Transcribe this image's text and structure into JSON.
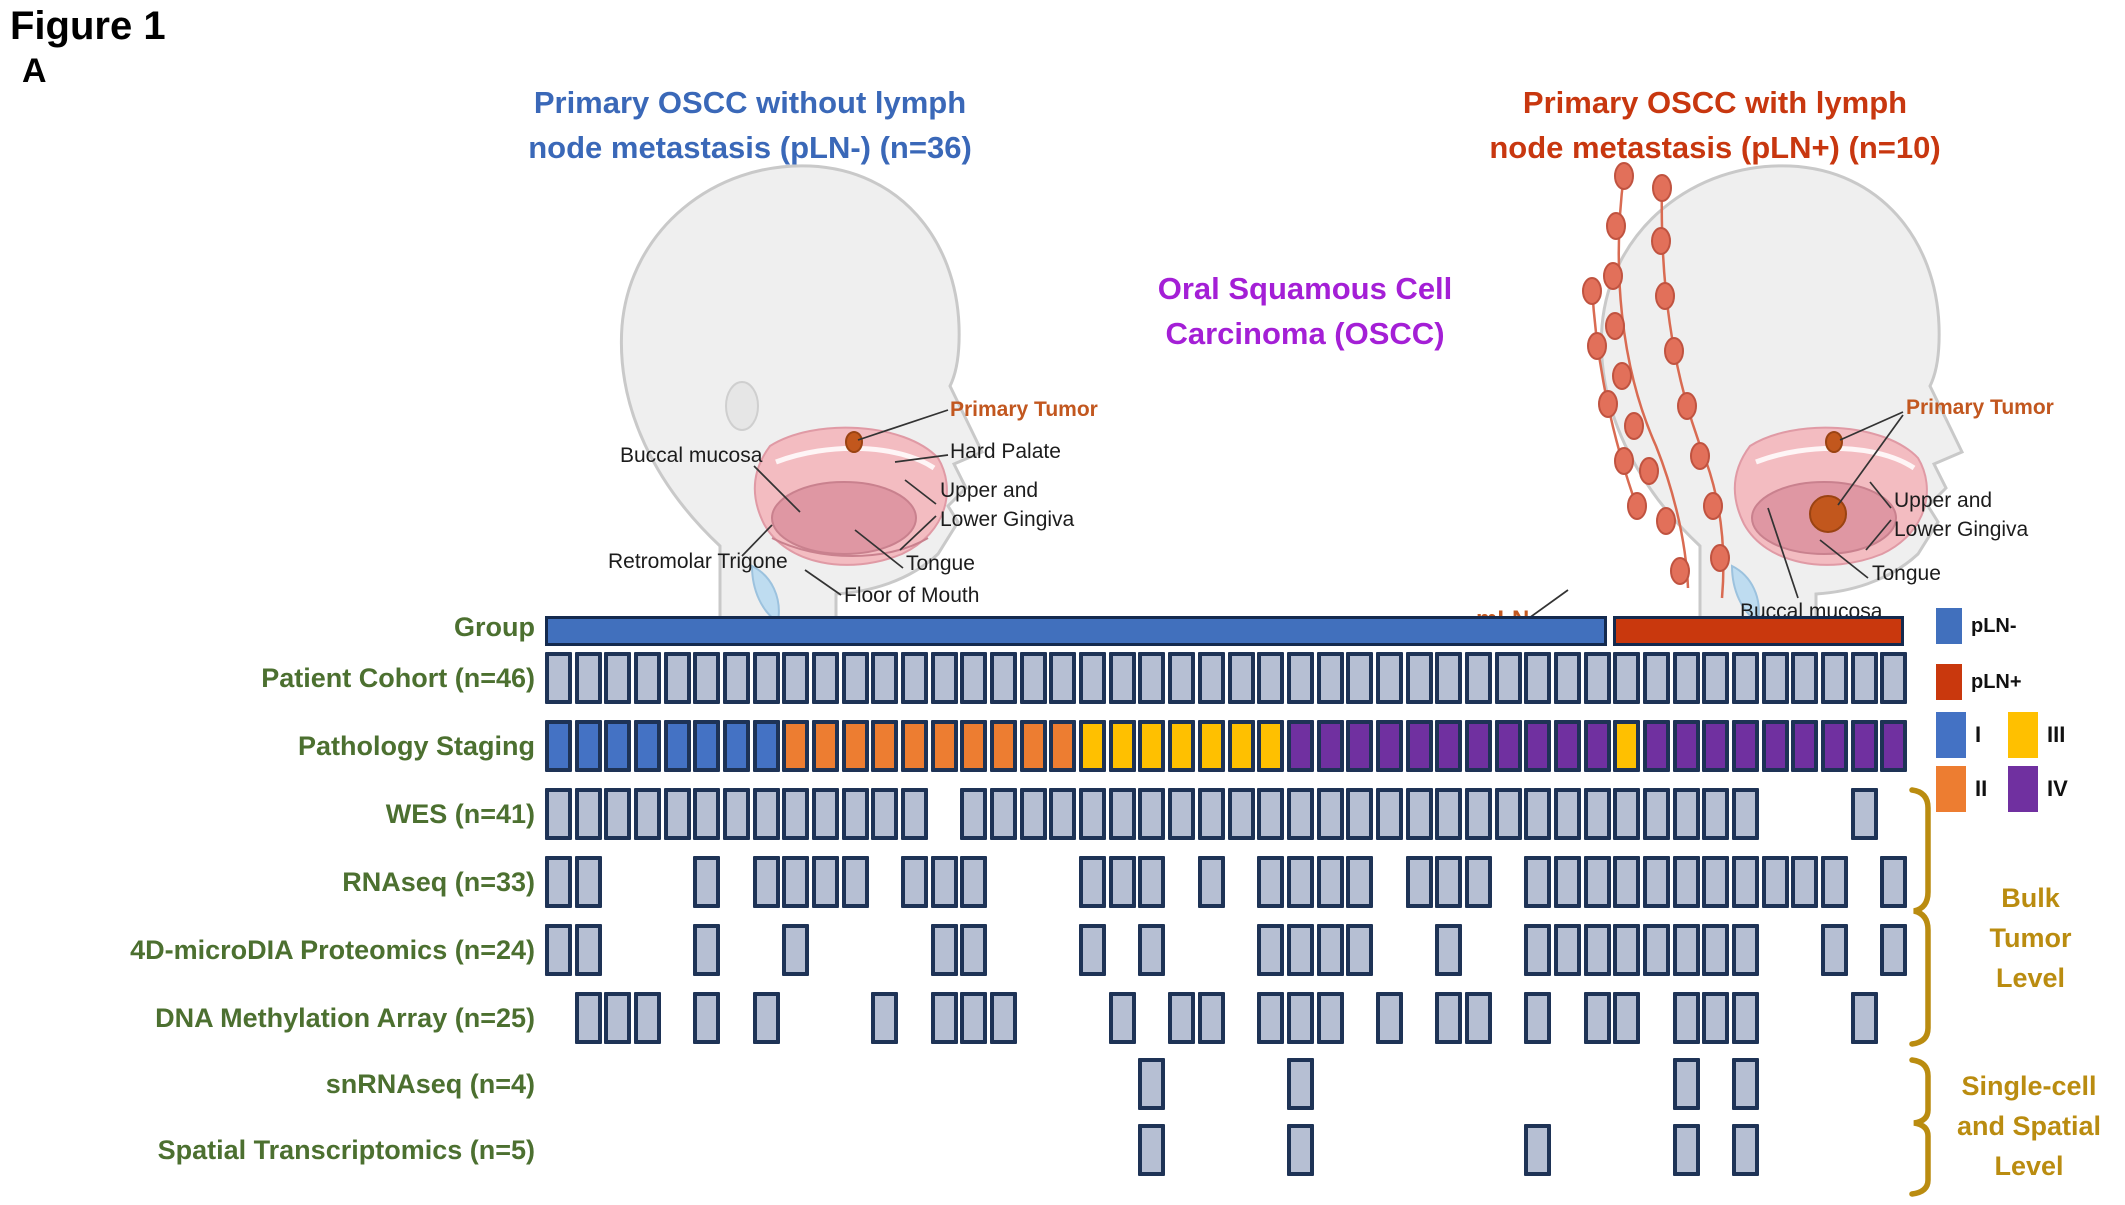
{
  "figure": {
    "label": "Figure 1",
    "panel": "A"
  },
  "titles": {
    "left": {
      "line1": "Primary OSCC without lymph",
      "line2": "node metastasis (pLN-) (n=36)"
    },
    "center": {
      "line1": "Oral Squamous Cell",
      "line2": "Carcinoma (OSCC)"
    },
    "right": {
      "line1": "Primary OSCC with lymph",
      "line2": "node metastasis (pLN+) (n=10)"
    }
  },
  "colors": {
    "title_left_blue": "#3a68b8",
    "title_right_red": "#c8370f",
    "title_center_purple": "#a41fd6",
    "row_label_green": "#4c7030",
    "bracket_gold": "#ba8c10",
    "annotation_orange": "#c2571f"
  },
  "anatomy": {
    "left": {
      "primary_tumor": "Primary Tumor",
      "buccal_mucosa": "Buccal mucosa",
      "hard_palate": "Hard Palate",
      "gingiva_line1": "Upper and",
      "gingiva_line2": "Lower Gingiva",
      "retromolar_trigone": "Retromolar Trigone",
      "tongue": "Tongue",
      "floor_of_mouth": "Floor of Mouth"
    },
    "right": {
      "primary_tumor": "Primary Tumor",
      "gingiva_line1": "Upper and",
      "gingiva_line2": "Lower Gingiva",
      "tongue": "Tongue",
      "buccal_mucosa": "Buccal mucosa",
      "mln": "mLN"
    }
  },
  "legend_group": {
    "items": [
      {
        "label": "pLN-",
        "color": "#4170bd"
      },
      {
        "label": "pLN+",
        "color": "#c9380d"
      }
    ]
  },
  "legend_stage": {
    "items": [
      {
        "label": "I",
        "color": "#4472c4"
      },
      {
        "label": "III",
        "color": "#ffc000"
      },
      {
        "label": "II",
        "color": "#ed7d31"
      },
      {
        "label": "IV",
        "color": "#7030a0"
      }
    ]
  },
  "brackets": {
    "bulk": {
      "line1": "Bulk",
      "line2": "Tumor",
      "line3": "Level"
    },
    "single": {
      "line1": "Single-cell",
      "line2": "and Spatial",
      "line3": "Level"
    }
  },
  "matrix": {
    "columns": 46,
    "group_label": "Group",
    "group_segments": [
      {
        "label": "pLN-",
        "color": "#4170bd",
        "from": 1,
        "to": 36
      },
      {
        "label": "pLN+",
        "color": "#c9380d",
        "from": 37,
        "to": 46
      }
    ],
    "cell_fill": "#b6bfd3",
    "cell_border": "#1e3356",
    "stage_colors": {
      "I": "#4472c4",
      "II": "#ed7d31",
      "III": "#ffc000",
      "IV": "#7030a0"
    },
    "stage_by_column": [
      "I",
      "I",
      "I",
      "I",
      "I",
      "I",
      "I",
      "I",
      "II",
      "II",
      "II",
      "II",
      "II",
      "II",
      "II",
      "II",
      "II",
      "II",
      "III",
      "III",
      "III",
      "III",
      "III",
      "III",
      "III",
      "IV",
      "IV",
      "IV",
      "IV",
      "IV",
      "IV",
      "IV",
      "IV",
      "IV",
      "IV",
      "IV",
      "III",
      "IV",
      "IV",
      "IV",
      "IV",
      "IV",
      "IV",
      "IV",
      "IV",
      "IV"
    ],
    "rows": [
      {
        "id": "patient",
        "label": "Patient Cohort (n=46)",
        "type": "all"
      },
      {
        "id": "staging",
        "label": "Pathology Staging",
        "type": "stage"
      },
      {
        "id": "wes",
        "label": "WES (n=41)",
        "type": "subset",
        "present": [
          1,
          2,
          3,
          4,
          5,
          6,
          7,
          8,
          9,
          10,
          11,
          12,
          13,
          15,
          16,
          17,
          18,
          19,
          20,
          21,
          22,
          23,
          24,
          25,
          26,
          27,
          28,
          29,
          30,
          31,
          32,
          33,
          34,
          35,
          36,
          37,
          38,
          39,
          40,
          41,
          45
        ]
      },
      {
        "id": "rnaseq",
        "label": "RNAseq (n=33)",
        "type": "subset",
        "present": [
          1,
          2,
          6,
          8,
          9,
          10,
          11,
          13,
          14,
          15,
          19,
          20,
          21,
          23,
          25,
          26,
          27,
          28,
          30,
          31,
          32,
          34,
          35,
          36,
          37,
          38,
          39,
          40,
          41,
          42,
          43,
          44,
          46
        ]
      },
      {
        "id": "proteomics",
        "label": "4D-microDIA Proteomics (n=24)",
        "type": "subset",
        "present": [
          1,
          2,
          6,
          9,
          14,
          15,
          19,
          21,
          25,
          26,
          27,
          28,
          31,
          34,
          35,
          36,
          37,
          38,
          39,
          40,
          41,
          44,
          46
        ]
      },
      {
        "id": "dnameth",
        "label": "DNA Methylation Array (n=25)",
        "type": "subset",
        "present": [
          2,
          3,
          4,
          6,
          8,
          12,
          14,
          15,
          16,
          20,
          22,
          23,
          25,
          26,
          27,
          29,
          31,
          32,
          34,
          36,
          37,
          39,
          40,
          41,
          45
        ]
      },
      {
        "id": "snrnaseq",
        "label": "snRNAseq (n=4)",
        "type": "subset",
        "present": [
          21,
          26,
          39,
          41
        ]
      },
      {
        "id": "spatial",
        "label": "Spatial Transcriptomics (n=5)",
        "type": "subset",
        "present": [
          21,
          26,
          34,
          39,
          41
        ]
      }
    ]
  }
}
